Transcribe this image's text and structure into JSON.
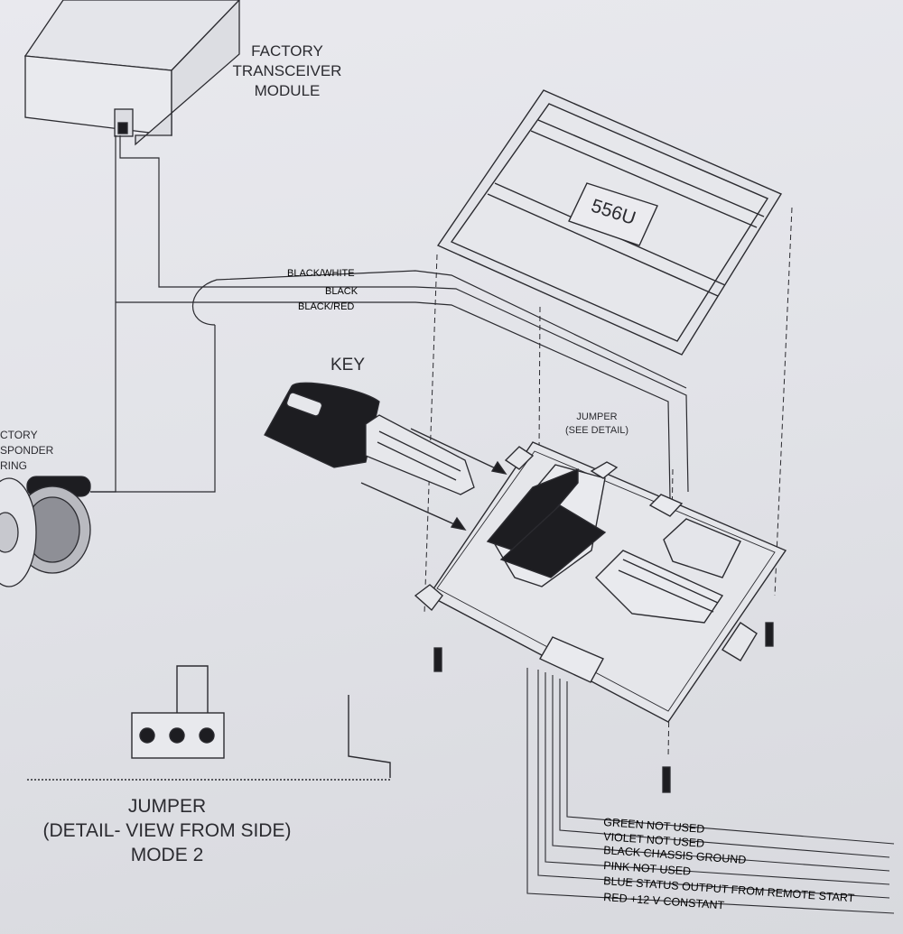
{
  "diagram": {
    "module_label_lines": [
      "FACTORY",
      "TRANSCEIVER",
      "MODULE"
    ],
    "key_label": "KEY",
    "model_label": "556U",
    "jumper_ref_lines": [
      "JUMPER",
      "(SEE DETAIL)"
    ],
    "transponder_label_lines": [
      "CTORY",
      "SPONDER",
      "RING"
    ],
    "top_wires": [
      "BLACK/WHITE",
      "BLACK",
      "BLACK/RED"
    ],
    "jumper_caption_lines": [
      "JUMPER",
      "(DETAIL- VIEW FROM SIDE)",
      "MODE 2"
    ],
    "output_wires": [
      "GREEN  NOT USED",
      "VIOLET  NOT USED",
      "BLACK  CHASSIS GROUND",
      "PINK  NOT USED",
      "BLUE  STATUS OUTPUT FROM REMOTE START",
      "RED  +12 V CONSTANT"
    ],
    "colors": {
      "ink": "#2b2b30",
      "paper": "#e6e7ec",
      "dark": "#1d1d21"
    }
  }
}
